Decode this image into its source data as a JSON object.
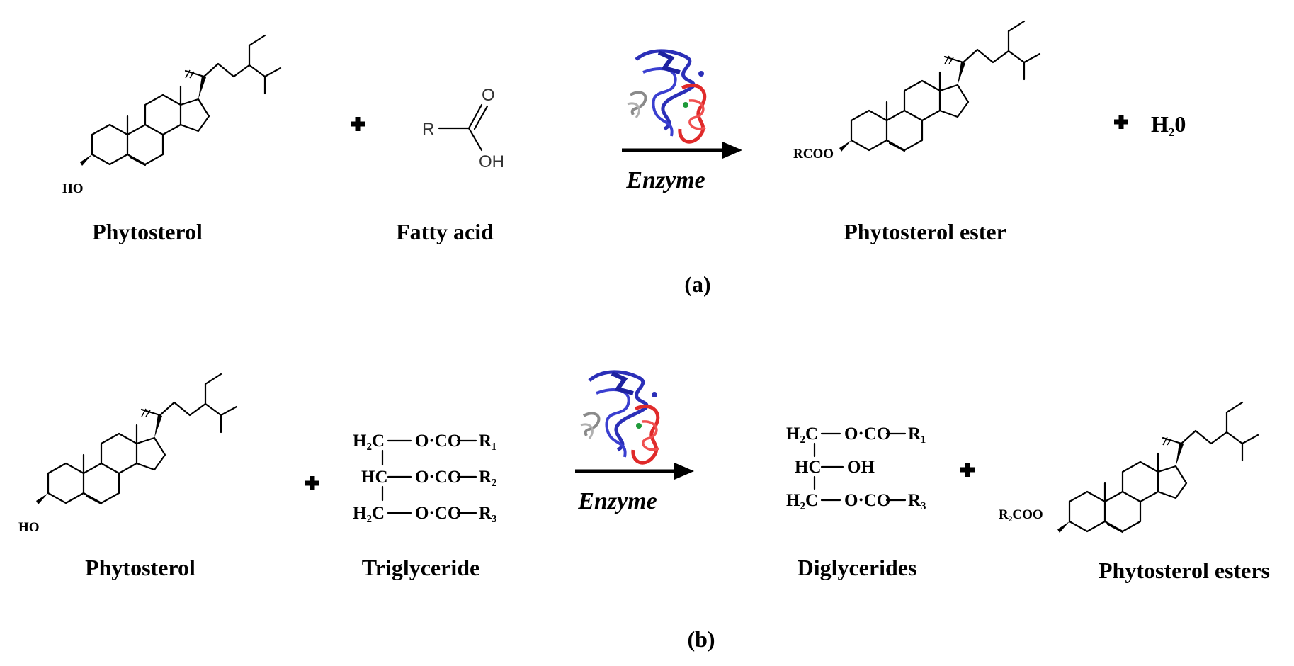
{
  "panel_a": {
    "caption": "(a)",
    "reactant1": {
      "label": "Phytosterol",
      "substituent": "HO"
    },
    "reactant2": {
      "label": "Fatty acid",
      "r": "R",
      "o": "O",
      "oh": "OH"
    },
    "enzyme_label": "Enzyme",
    "product1": {
      "label": "Phytosterol ester",
      "substituent": "RCOO"
    },
    "product2": {
      "formula_main": "H",
      "formula_sub": "2",
      "formula_end": "0"
    }
  },
  "panel_b": {
    "caption": "(b)",
    "reactant1": {
      "label": "Phytosterol",
      "substituent": "HO"
    },
    "reactant2": {
      "label": "Triglyceride",
      "rows": [
        {
          "left": "H₂C",
          "right": "O·CO",
          "r": "R₁"
        },
        {
          "left": "HC",
          "right": "O·CO",
          "r": "R₂"
        },
        {
          "left": "H₂C",
          "right": "O·CO",
          "r": "R₃"
        }
      ]
    },
    "enzyme_label": "Enzyme",
    "product1": {
      "label": "Diglycerides",
      "rows": [
        {
          "left": "H₂C",
          "right": "O·CO",
          "r": "R₁"
        },
        {
          "left": "HC",
          "right": "OH",
          "r": ""
        },
        {
          "left": "H₂C",
          "right": "O·CO",
          "r": "R₃"
        }
      ]
    },
    "product2": {
      "label": "Phytosterol esters",
      "substituent": "R₂COO"
    }
  },
  "plus_sign": "✚",
  "colors": {
    "protein_blue": "#2b2fb8",
    "protein_red": "#e02a2a",
    "protein_gray": "#8a8a8a",
    "protein_green": "#1f9a3a"
  }
}
